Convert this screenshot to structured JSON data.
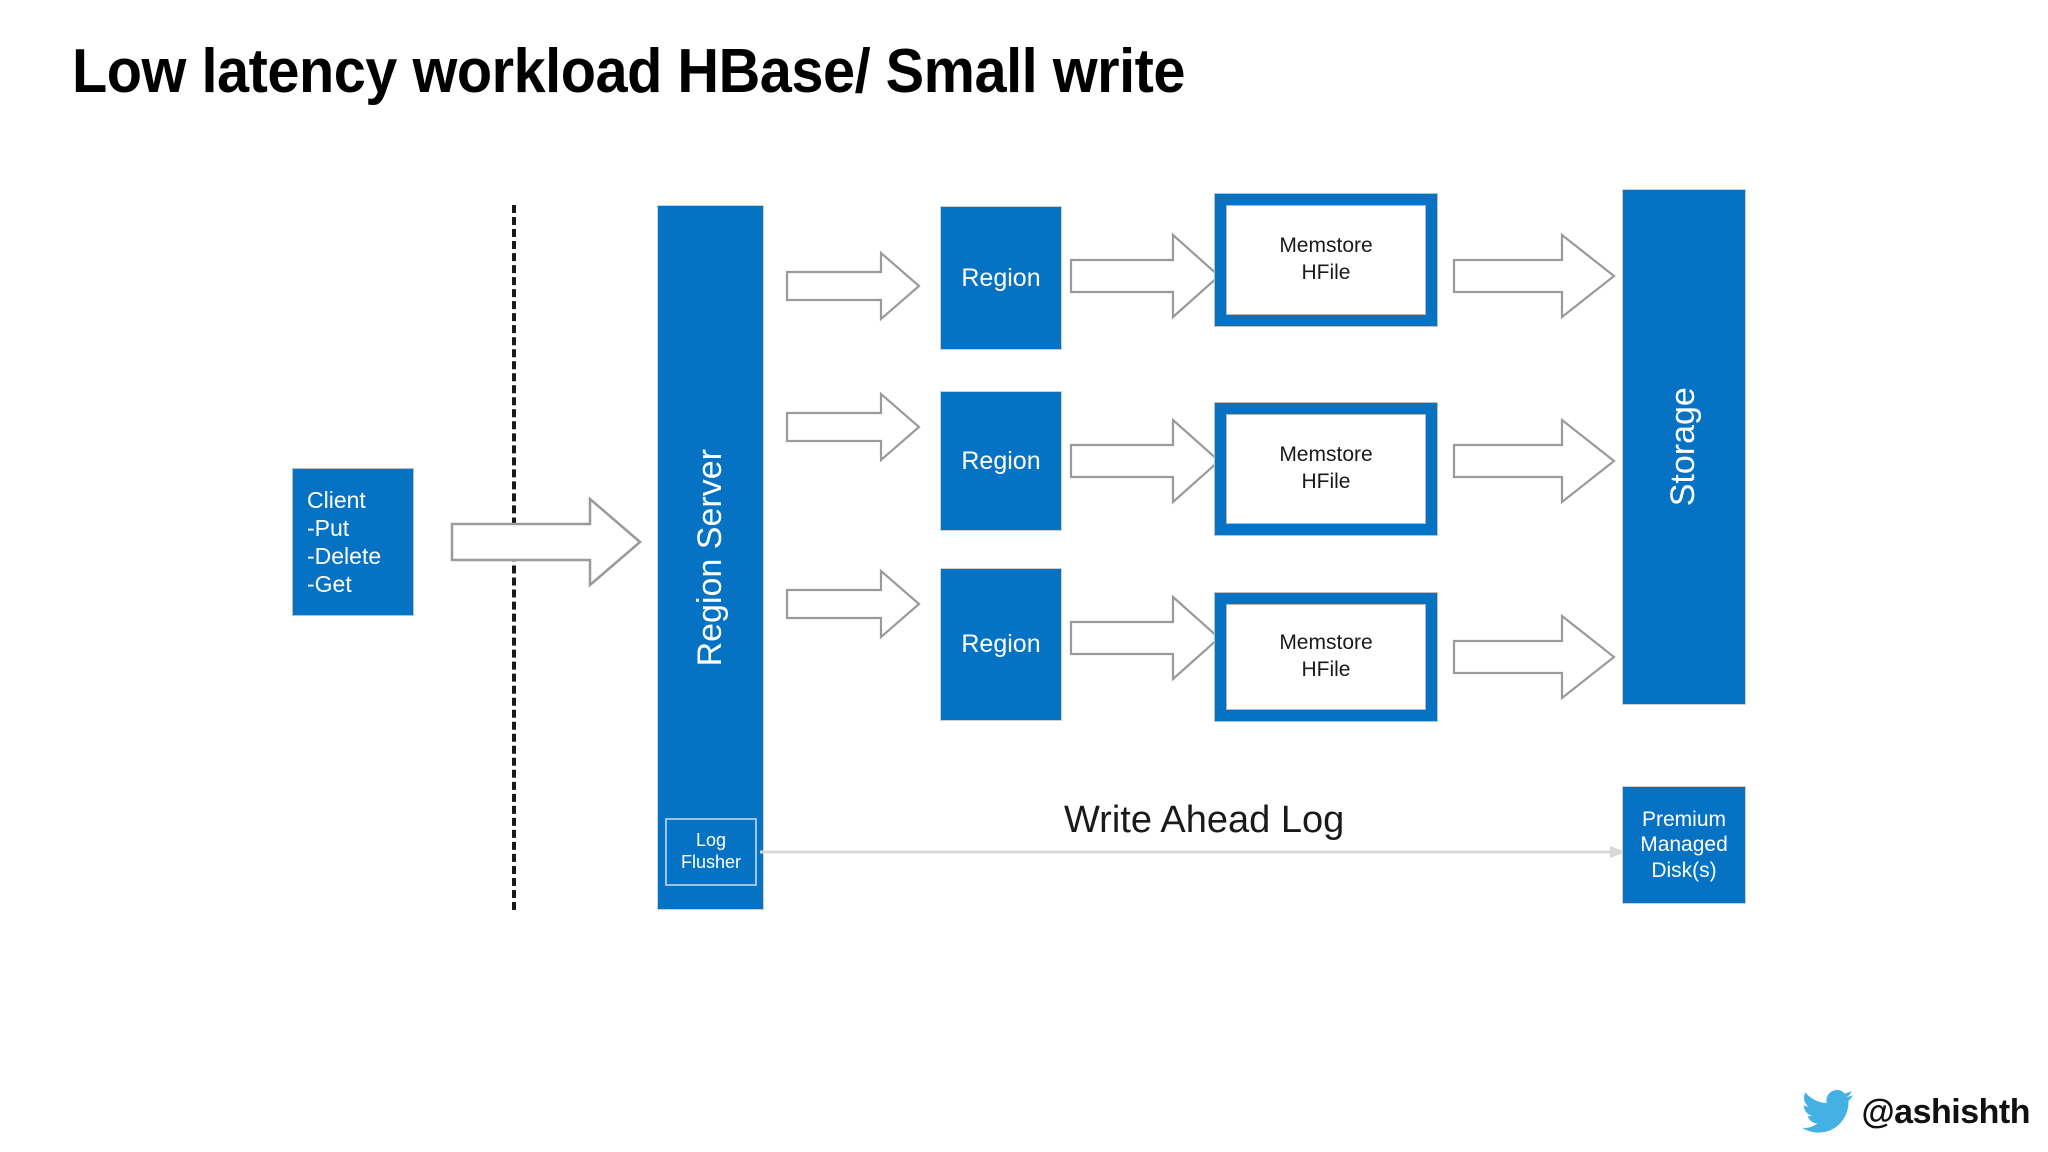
{
  "slide": {
    "title": "Low latency workload HBase/ Small write",
    "background": "#ffffff",
    "accent_blue": "#0572c4",
    "arrow_outline": "#9a9a9a",
    "wal_arrow_color": "#d9d9d9",
    "twitter_blue": "#45b0e3"
  },
  "client": {
    "title": "Client",
    "operations": [
      "-Put",
      "-Delete",
      "-Get"
    ]
  },
  "region_server": {
    "label": "Region Server",
    "log_flusher": "Log\nFlusher",
    "log_flusher_line1": "Log",
    "log_flusher_line2": "Flusher"
  },
  "regions": [
    {
      "label": "Region"
    },
    {
      "label": "Region"
    },
    {
      "label": "Region"
    }
  ],
  "memstores": [
    {
      "line1": "Memstore",
      "line2": "HFile"
    },
    {
      "line1": "Memstore",
      "line2": "HFile"
    },
    {
      "line1": "Memstore",
      "line2": "HFile"
    }
  ],
  "storage": {
    "label": "Storage"
  },
  "premium_disks": {
    "line1": "Premium",
    "line2": "Managed",
    "line3": "Disk(s)"
  },
  "wal": {
    "label": "Write Ahead Log"
  },
  "footer": {
    "twitter_handle": "@ashishth",
    "icon": "twitter-bird-icon"
  }
}
